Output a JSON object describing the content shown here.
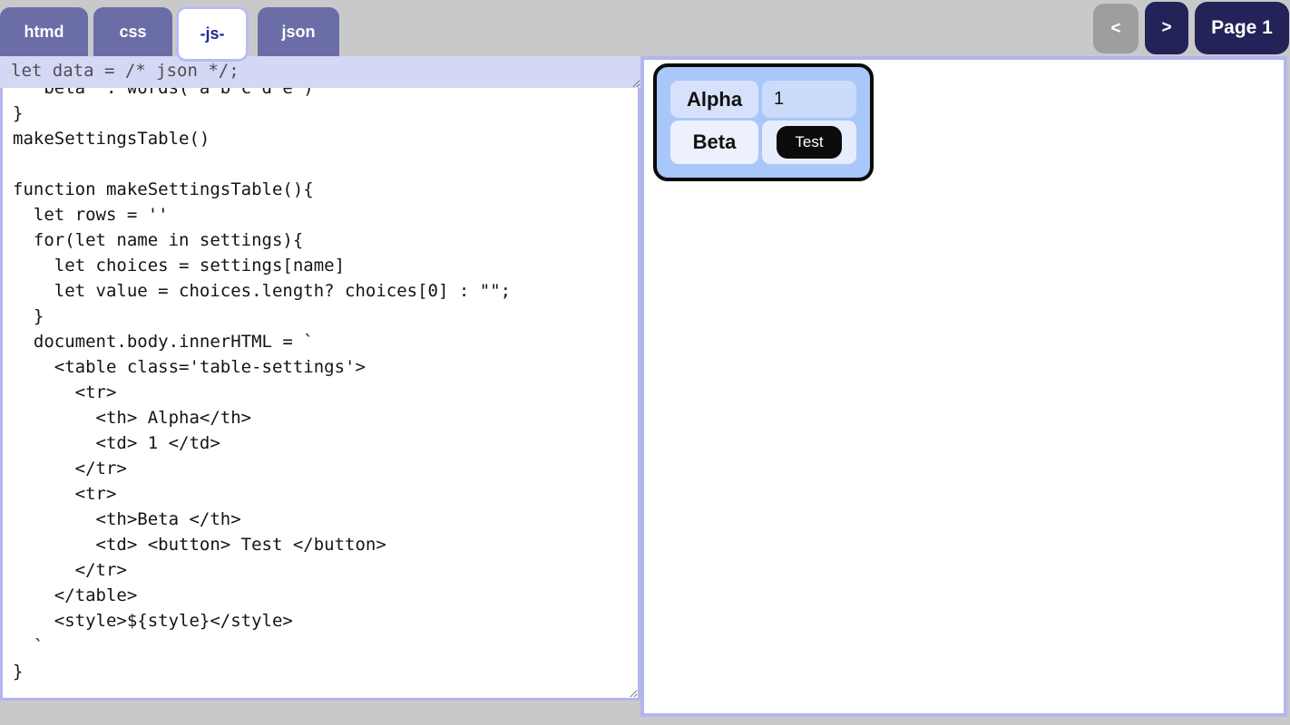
{
  "tabs": [
    {
      "label": "htmd",
      "active": false
    },
    {
      "label": "css",
      "active": false
    },
    {
      "label": "-js-",
      "active": true
    },
    {
      "label": "json",
      "active": false
    }
  ],
  "pager": {
    "prev_label": "<",
    "next_label": ">",
    "page_label": "Page 1"
  },
  "editor": {
    "data_line": "let data = /* json */;",
    "code": "  'beta' : words('a b c d e')\n}\nmakeSettingsTable()\n\nfunction makeSettingsTable(){\n  let rows = ''\n  for(let name in settings){\n    let choices = settings[name]\n    let value = choices.length? choices[0] : \"\";\n  }\n  document.body.innerHTML = `\n    <table class='table-settings'>\n      <tr>\n        <th> Alpha</th>\n        <td> 1 </td>\n      </tr>\n      <tr>\n        <th>Beta </th>\n        <td> <button> Test </button>\n      </tr>\n    </table>\n    <style>${style}</style>\n  `\n}"
  },
  "preview": {
    "rows": [
      {
        "header": "Alpha",
        "value": "1",
        "value_type": "text"
      },
      {
        "header": "Beta",
        "value": "Test",
        "value_type": "button"
      }
    ]
  },
  "colors": {
    "page_background": "#c9c9c9",
    "tab_inactive": "#6b6da6",
    "tab_active_background": "#ffffff",
    "tab_active_text": "#24279b",
    "tab_active_border": "#b9bcf1",
    "pager_navy": "#232359",
    "pager_disabled_gray": "#9e9e9e",
    "editor_head_background": "#d5d8f4",
    "editor_border_lavender": "#b2b5ed",
    "settings_box_background": "#a9c7f8",
    "settings_box_border": "#0a0a0a",
    "row1_header_cell": "#d7e1fb",
    "row1_value_cell": "#cbdbfa",
    "row2_header_cell": "#edf0fd",
    "row2_value_cell": "#e7edfd",
    "test_button_background": "#0b0b0b",
    "test_button_text": "#ffffff"
  }
}
